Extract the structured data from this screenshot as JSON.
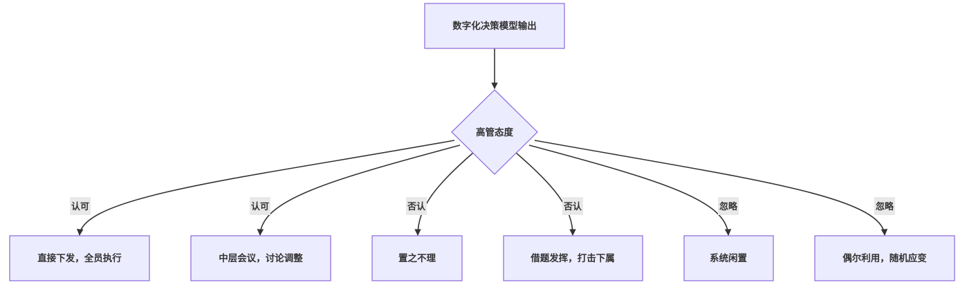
{
  "diagram": {
    "root": "数字化决策模型输出",
    "decision": "高管态度",
    "edges": [
      "认可",
      "认可",
      "否认",
      "否认",
      "忽略",
      "忽略"
    ],
    "outcomes": [
      "直接下发，全员执行",
      "中层会议，讨论调整",
      "置之不理",
      "借题发挥，打击下属",
      "系统闲置",
      "偶尔利用，随机应变"
    ]
  }
}
